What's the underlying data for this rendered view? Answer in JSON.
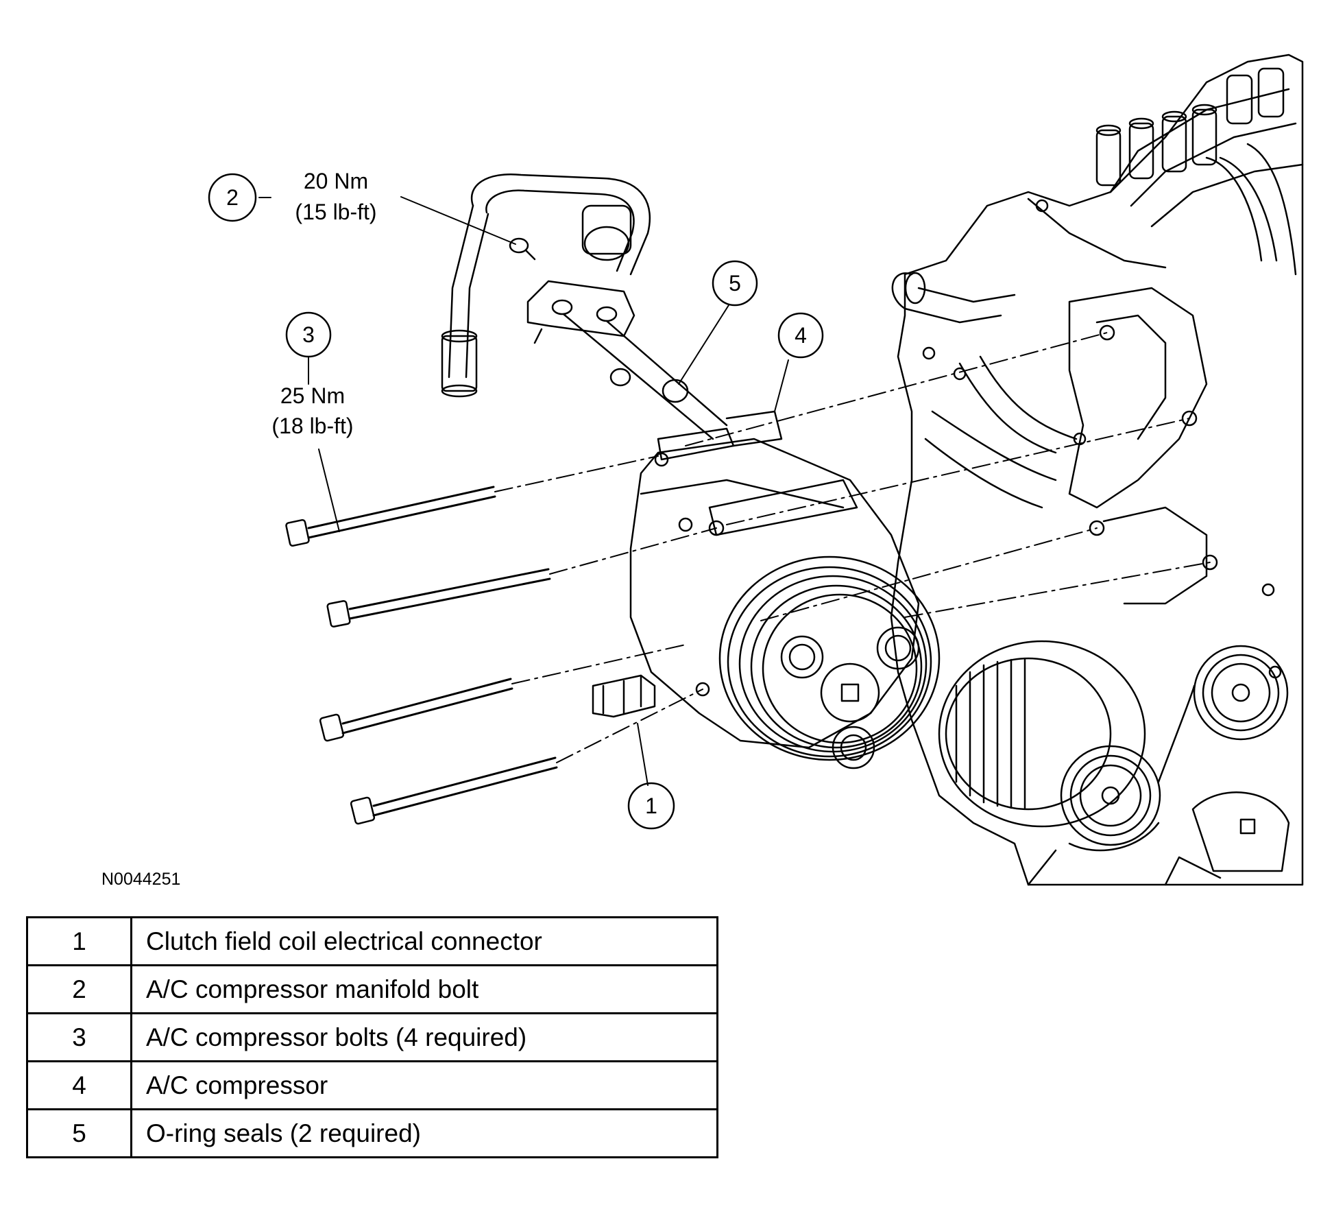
{
  "callouts": {
    "c1": {
      "number": "1"
    },
    "c2": {
      "number": "2",
      "torque_nm": "20 Nm",
      "torque_lbft": "(15 lb-ft)"
    },
    "c3": {
      "number": "3",
      "torque_nm": "25 Nm",
      "torque_lbft": "(18 lb-ft)"
    },
    "c4": {
      "number": "4"
    },
    "c5": {
      "number": "5"
    }
  },
  "figure_id": "N0044251",
  "legend": {
    "rows": [
      {
        "number": "1",
        "description": "Clutch field coil electrical connector"
      },
      {
        "number": "2",
        "description": "A/C compressor manifold bolt"
      },
      {
        "number": "3",
        "description": "A/C compressor bolts (4 required)"
      },
      {
        "number": "4",
        "description": "A/C compressor"
      },
      {
        "number": "5",
        "description": "O-ring seals (2 required)"
      }
    ]
  }
}
